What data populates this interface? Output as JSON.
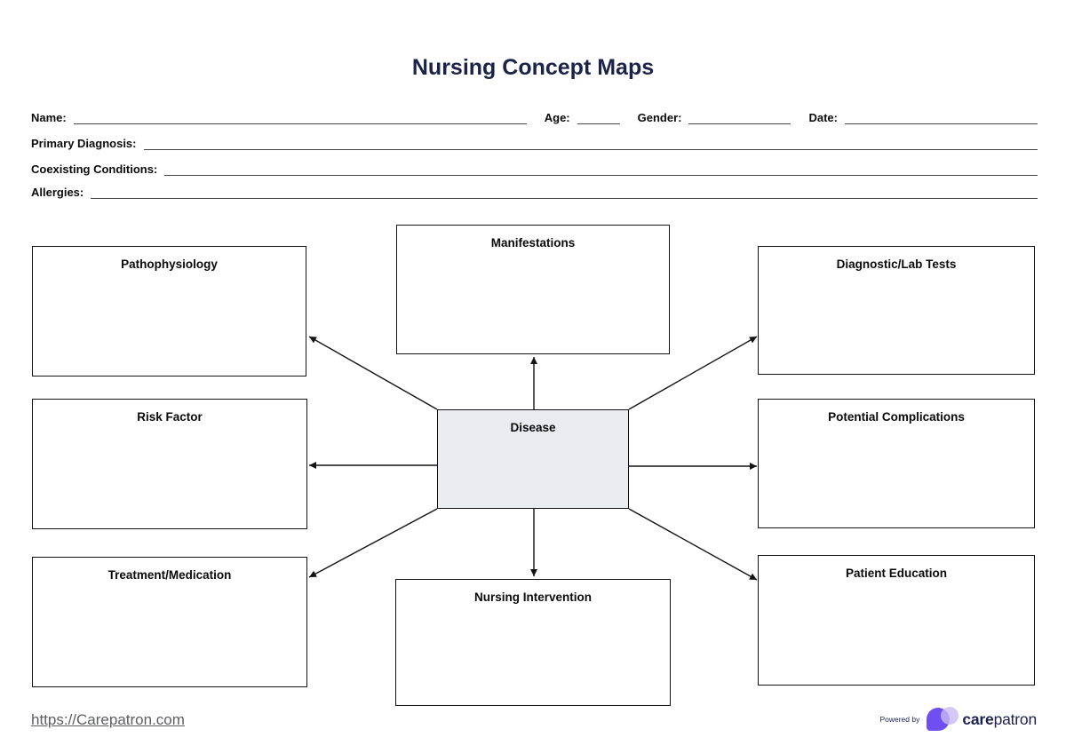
{
  "title": "Nursing Concept Maps",
  "patient_info": {
    "name_label": "Name:",
    "name_value": "",
    "age_label": "Age:",
    "age_value": "",
    "gender_label": "Gender:",
    "gender_value": "",
    "date_label": "Date:",
    "date_value": "",
    "primary_diagnosis_label": "Primary Diagnosis:",
    "primary_diagnosis_value": "",
    "coexisting_conditions_label": "Coexisting Conditions:",
    "coexisting_conditions_value": "",
    "allergies_label": "Allergies:",
    "allergies_value": ""
  },
  "concept_map": {
    "center_label": "Disease",
    "nodes": [
      {
        "id": "pathophysiology",
        "label": "Pathophysiology"
      },
      {
        "id": "manifestations",
        "label": "Manifestations"
      },
      {
        "id": "diagnostic-lab-tests",
        "label": "Diagnostic/Lab Tests"
      },
      {
        "id": "risk-factor",
        "label": "Risk Factor"
      },
      {
        "id": "potential-complications",
        "label": "Potential Complications"
      },
      {
        "id": "treatment-medication",
        "label": "Treatment/Medication"
      },
      {
        "id": "nursing-intervention",
        "label": "Nursing Intervention"
      },
      {
        "id": "patient-education",
        "label": "Patient Education"
      }
    ]
  },
  "footer": {
    "website_link": "https://Carepatron.com",
    "powered_by_label": "Powered by",
    "brand_name_bold": "care",
    "brand_name_regular": "patron"
  },
  "colors": {
    "title_navy": "#1b2448",
    "center_box_fill": "#e9ebee",
    "brand_purple": "#6f4ef2",
    "brand_lavender": "#cbbaf4",
    "brand_navy": "#1c2153",
    "link_gray": "#5d5e60"
  }
}
